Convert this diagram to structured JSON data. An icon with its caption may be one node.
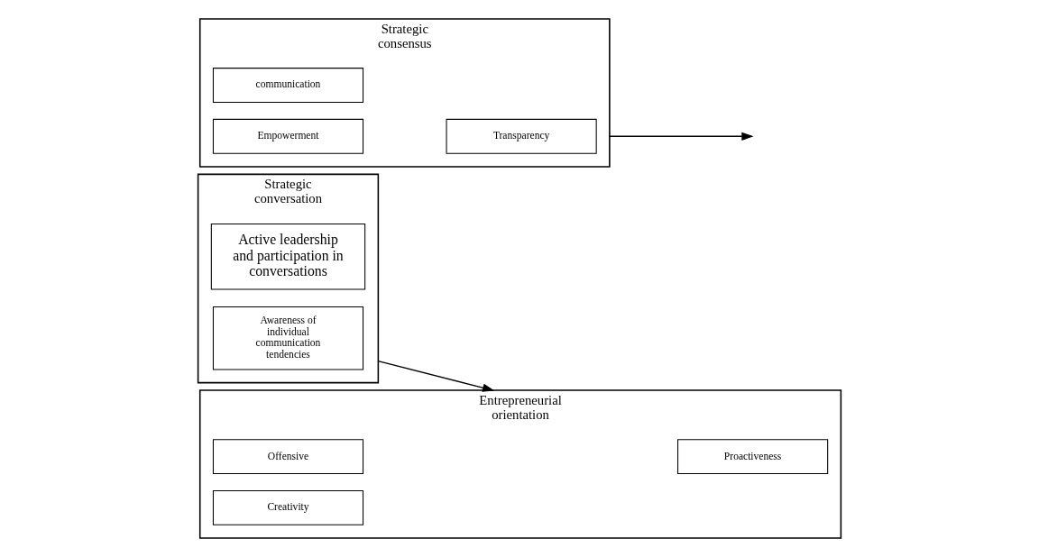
{
  "diagram": {
    "nodes": [
      {
        "text": [
          "Strategic conversation"
        ]
      },
      {
        "text": [
          "Active leadership and participation in conversations"
        ],
        "in": 0
      },
      {
        "text": [
          "Awareness of individual communication tendencies"
        ],
        "in": 0
      },
      {
        "text": [
          "Strategic consensus"
        ]
      },
      {
        "text": [
          "communication"
        ],
        "in": 3
      },
      {
        "text": [
          "Transparency"
        ],
        "in": 3
      },
      {
        "text": [
          "Empowerment"
        ],
        "in": 3
      },
      {
        "text": [
          "Entrepreneurial orientation"
        ]
      },
      {
        "text": [
          "Offensive"
        ],
        "in": 7
      },
      {
        "text": [
          "Proactiveness"
        ],
        "in": 7
      },
      {
        "text": [
          "Creativity"
        ],
        "in": 7
      }
    ],
    "edges": [
      {
        "from": 0,
        "to": 7,
        "arrow": "to"
      },
      {
        "from": 3,
        "to": null,
        "arrow": "to"
      }
    ]
  }
}
